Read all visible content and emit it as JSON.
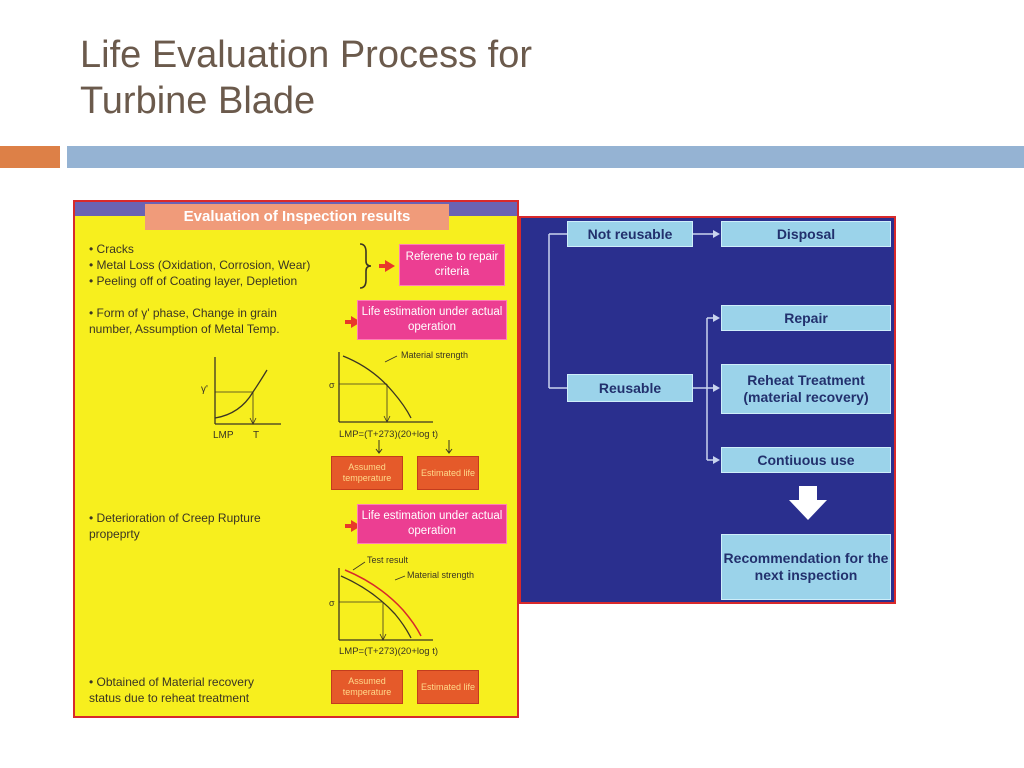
{
  "slide": {
    "title_line1": "Life Evaluation Process for",
    "title_line2": "Turbine Blade"
  },
  "inspection_panel": {
    "header": "Evaluation of Inspection results",
    "section1": {
      "items": [
        "• Cracks",
        "• Metal Loss (Oxidation, Corrosion, Wear)",
        "• Peeling off of Coating layer, Depletion"
      ],
      "action": "Referene to repair criteria"
    },
    "section2": {
      "line1": "• Form of γ' phase, Change in grain",
      "line2": "number, Assumption of Metal Temp.",
      "action": "Life estimation under actual operation",
      "graph1": {
        "y_label": "γ'",
        "x_label1": "LMP",
        "x_label2": "T"
      },
      "graph2": {
        "y_label": "σ",
        "curve_label": "Material strength",
        "x_label": "LMP=(T+273)(20+log t)"
      },
      "box_left": "Assumed temperature",
      "box_right": "Estimated life"
    },
    "section3": {
      "line1": "• Deterioration of Creep Rupture",
      "line2": "propeprty",
      "action": "Life estimation under actual operation",
      "graph": {
        "y_label": "σ",
        "test_label": "Test result",
        "curve_label": "Material strength",
        "x_label": "LMP=(T+273)(20+log t)"
      },
      "box_left": "Assumed temperature",
      "box_right": "Estimated life"
    },
    "section4": {
      "line1": "• Obtained of Material recovery",
      "line2": "status due to reheat treatment"
    }
  },
  "decision_panel": {
    "not_reusable": "Not reusable",
    "disposal": "Disposal",
    "reusable": "Reusable",
    "repair": "Repair",
    "reheat": "Reheat Treatment (material recovery)",
    "continuous": "Contiuous use",
    "recommendation": "Recommendation for the next inspection"
  },
  "colors": {
    "title": "#6b5a4c",
    "accent_orange": "#dd8047",
    "accent_blue": "#95b3d3",
    "yellow_panel": "#f7ef1e",
    "blue_panel": "#2a2f8e",
    "box_cyan": "#9bd3ea",
    "box_pink": "#ec3e92"
  }
}
